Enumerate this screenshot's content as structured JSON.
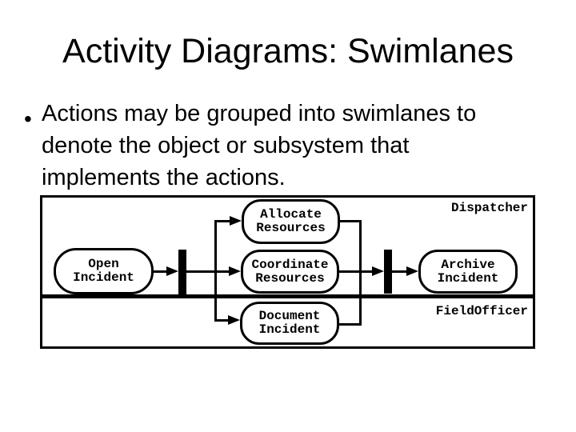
{
  "slide": {
    "title": "Activity Diagrams: Swimlanes",
    "bullet": {
      "marker": "•",
      "lines": [
        "Actions may be grouped into swimlanes to",
        "denote the object or subsystem that",
        "implements the actions."
      ]
    }
  },
  "diagram": {
    "lanes": [
      {
        "label": "Dispatcher"
      },
      {
        "label": "FieldOfficer"
      }
    ],
    "nodes": [
      {
        "id": "open-incident",
        "line1": "Open",
        "line2": "Incident"
      },
      {
        "id": "allocate-resources",
        "line1": "Allocate",
        "line2": "Resources"
      },
      {
        "id": "coordinate-resources",
        "line1": "Coordinate",
        "line2": "Resources"
      },
      {
        "id": "document-incident",
        "line1": "Document",
        "line2": "Incident"
      },
      {
        "id": "archive-incident",
        "line1": "Archive",
        "line2": "Incident"
      }
    ],
    "colors": {
      "ink": "#000000",
      "background": "#ffffff"
    }
  }
}
